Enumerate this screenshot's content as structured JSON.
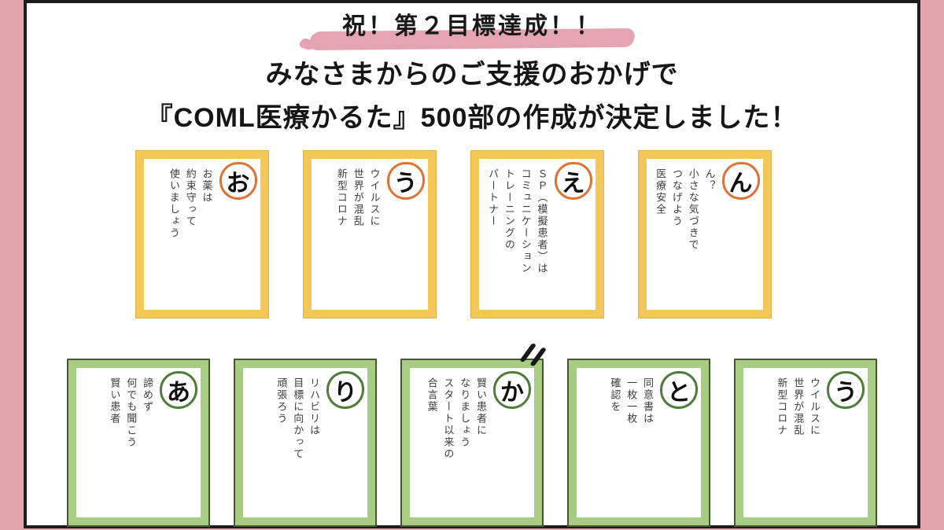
{
  "poster": {
    "frame": {
      "background_color": "#e1a3ac",
      "border_color": "#1d1d1d",
      "inner_color": "#ffffff"
    },
    "header": {
      "badge_label": "祝！第２目標達成！！",
      "badge_highlight_color": "#e5a5b0",
      "subtitle_line1": "みなさまからのご支援のおかげで",
      "subtitle_line2": "『COML医療かるた』500部の作成が決定しました！"
    },
    "top_row_style": {
      "band_color": "#f4c858",
      "circle_ring_color": "#dc7437"
    },
    "bottom_row_style": {
      "band_color": "#a9cc83",
      "circle_ring_color": "#4f7c3a",
      "outline_color": "#46582f"
    },
    "dakuten_mark": "゛",
    "cards": [
      {
        "letter": "お",
        "lines": [
          "お薬は",
          "約束守って",
          "使いましょう"
        ]
      },
      {
        "letter": "う",
        "lines": [
          "ウイルスに",
          "世界が混乱",
          "新型コロナ"
        ]
      },
      {
        "letter": "え",
        "lines": [
          "ＳＰ（模擬患者）は",
          "コミュニケーション",
          "トレーニングの",
          "パートナー"
        ]
      },
      {
        "letter": "ん",
        "lines": [
          "ん？",
          "小さな気づきで",
          "つなげよう",
          "医療安全"
        ]
      },
      {
        "letter": "あ",
        "lines": [
          "諦めず",
          "何でも聞こう",
          "賢い患者"
        ]
      },
      {
        "letter": "り",
        "lines": [
          "リハビリは",
          "目標に向かって",
          "頑張ろう"
        ]
      },
      {
        "letter": "か",
        "lines": [
          "賢い患者に",
          "なりましょう",
          "スタート以来の",
          "合言葉"
        ]
      },
      {
        "letter": "と",
        "lines": [
          "同意書は",
          "一枚一枚",
          "確認を"
        ]
      },
      {
        "letter": "う",
        "lines": [
          "ウイルスに",
          "世界が混乱",
          "新型コロナ"
        ]
      }
    ]
  }
}
